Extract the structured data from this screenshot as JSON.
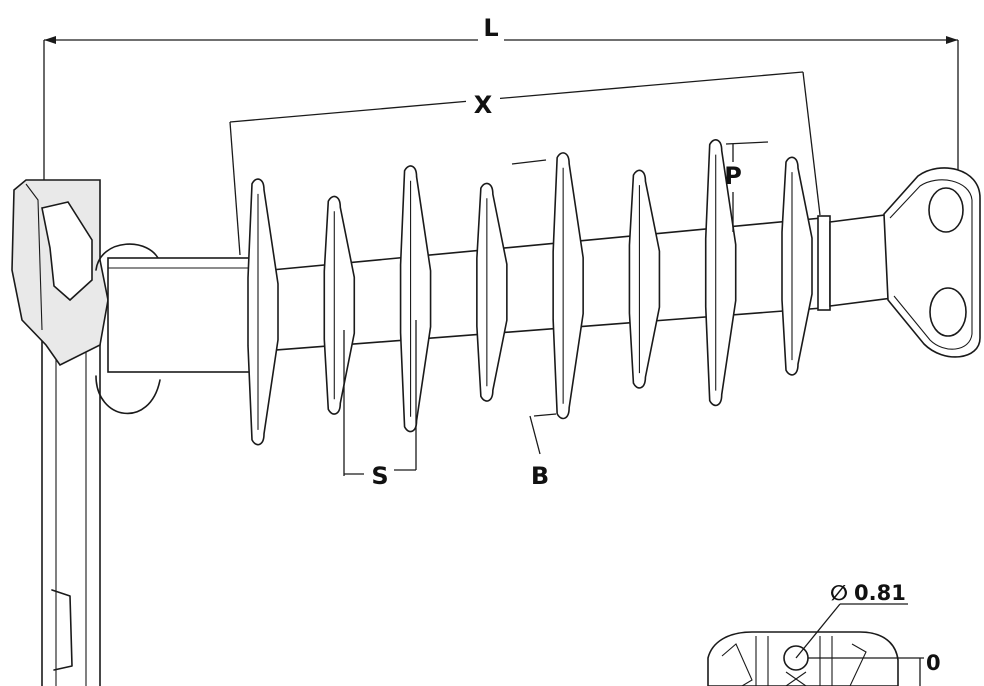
{
  "labels": {
    "overall_length": "L",
    "insulation_length": "X",
    "shed_spacing": "S",
    "shed_diameter": "B",
    "shed_projection": "P",
    "hole_diameter": "0.81",
    "corner_value": "0"
  },
  "symbols": {
    "diameter": "∅"
  },
  "sheds": {
    "count": 8,
    "alternating": [
      "large",
      "small",
      "large",
      "small",
      "large",
      "small",
      "large",
      "small"
    ]
  },
  "colors": {
    "line": "#1a1a1a",
    "fill_shade": "#e9e9e9",
    "background": "#ffffff"
  }
}
